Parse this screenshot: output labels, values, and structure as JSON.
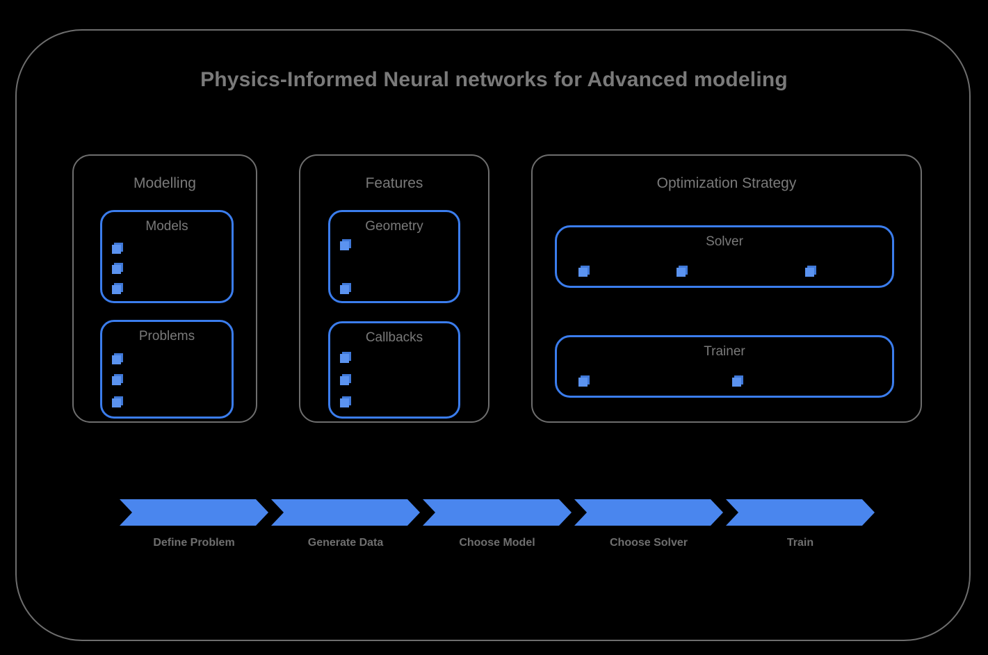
{
  "title": "Physics-Informed Neural networks for Advanced modeling",
  "colors": {
    "background": "#000000",
    "frame_border": "#6e6e6e",
    "text_gray": "#7a7a7a",
    "accent_blue": "#3b7ded",
    "arrow_blue": "#4a86ee",
    "cube_blue": "#5b93f0"
  },
  "groups": [
    {
      "id": "modelling",
      "label": "Modelling",
      "cards": [
        {
          "id": "models",
          "label": "Models",
          "bullet_count": 3,
          "orientation": "vertical"
        },
        {
          "id": "problems",
          "label": "Problems",
          "bullet_count": 3,
          "orientation": "vertical"
        }
      ]
    },
    {
      "id": "features",
      "label": "Features",
      "cards": [
        {
          "id": "geometry",
          "label": "Geometry",
          "bullet_count": 2,
          "orientation": "vertical"
        },
        {
          "id": "callbacks",
          "label": "Callbacks",
          "bullet_count": 3,
          "orientation": "vertical"
        }
      ]
    },
    {
      "id": "optimization",
      "label": "Optimization Strategy",
      "cards": [
        {
          "id": "solver",
          "label": "Solver",
          "bullet_count": 3,
          "orientation": "horizontal"
        },
        {
          "id": "trainer",
          "label": "Trainer",
          "bullet_count": 2,
          "orientation": "horizontal"
        }
      ]
    }
  ],
  "process_flow": {
    "steps": [
      {
        "label": "Define Problem"
      },
      {
        "label": "Generate Data"
      },
      {
        "label": "Choose Model"
      },
      {
        "label": "Choose Solver"
      },
      {
        "label": "Train"
      }
    ]
  }
}
